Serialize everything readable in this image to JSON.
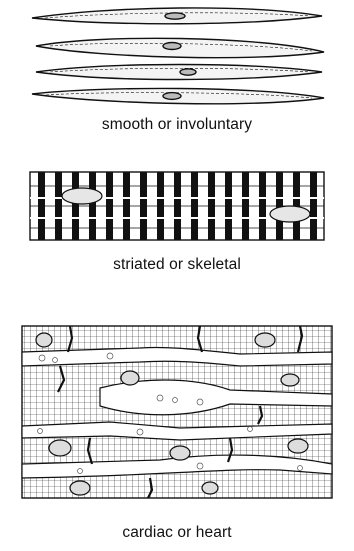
{
  "figure": {
    "captions": {
      "smooth": "smooth or involuntary",
      "striated": "striated or skeletal",
      "cardiac": "cardiac or heart"
    }
  },
  "colors": {
    "ink": "#111111",
    "background": "#ffffff"
  }
}
